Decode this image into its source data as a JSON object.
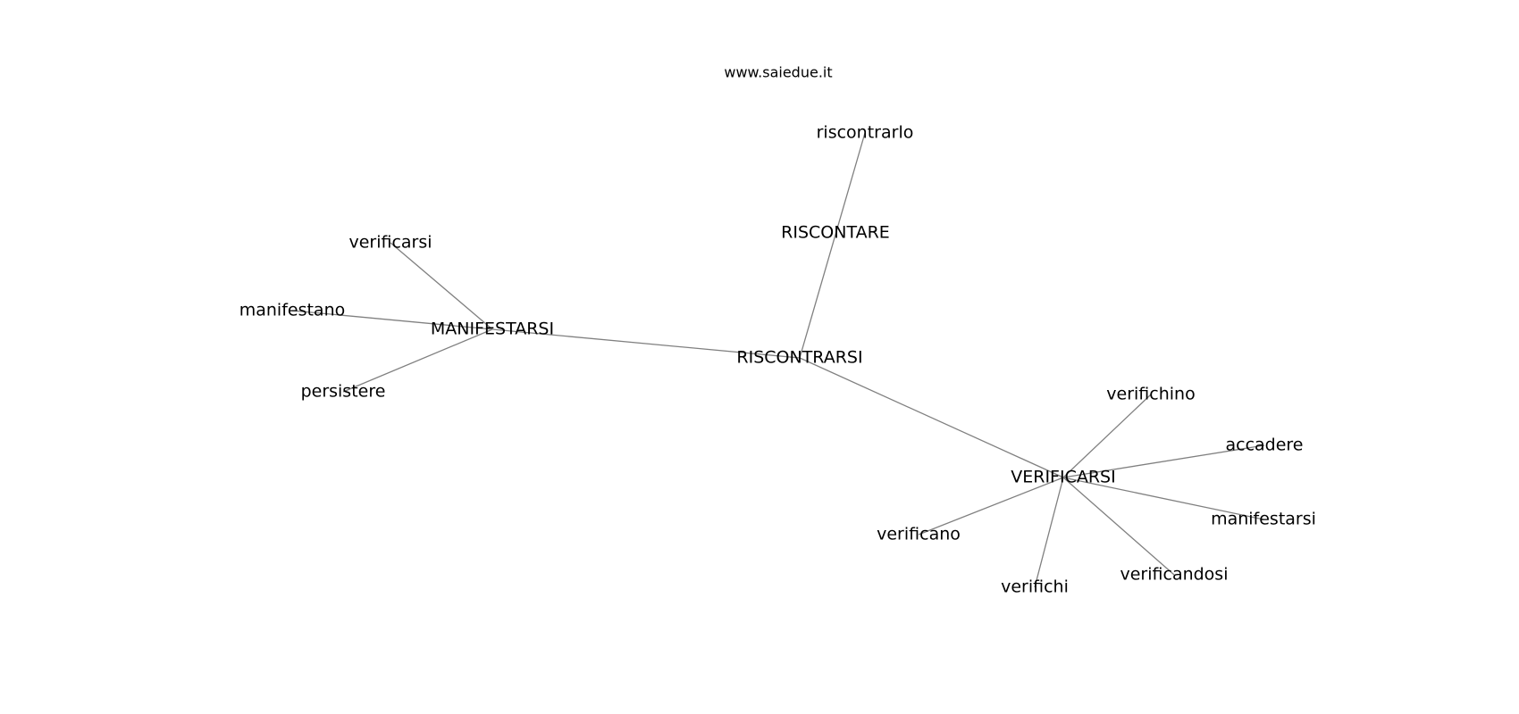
{
  "watermark": "www.saiedue.it",
  "colors": {
    "edge": "#808080",
    "text": "#000000",
    "background": "#ffffff"
  },
  "nodes": [
    {
      "id": "riscontrarsi",
      "label": "RISCONTRARSI"
    },
    {
      "id": "riscontare",
      "label": "RISCONTARE"
    },
    {
      "id": "riscontrarlo",
      "label": "riscontrarlo"
    },
    {
      "id": "manifestarsi_hub",
      "label": "MANIFESTARSI"
    },
    {
      "id": "verificarsi_leaf",
      "label": "verificarsi"
    },
    {
      "id": "manifestano",
      "label": "manifestano"
    },
    {
      "id": "persistere",
      "label": "persistere"
    },
    {
      "id": "verificarsi_hub",
      "label": "VERIFICARSI"
    },
    {
      "id": "verifichino",
      "label": "verifichino"
    },
    {
      "id": "accadere",
      "label": "accadere"
    },
    {
      "id": "manifestarsi_leaf",
      "label": "manifestarsi"
    },
    {
      "id": "verificandosi",
      "label": "verificandosi"
    },
    {
      "id": "verifichi",
      "label": "verifichi"
    },
    {
      "id": "verificano",
      "label": "verificano"
    }
  ],
  "edges": [
    [
      "riscontrarsi",
      "riscontrarlo"
    ],
    [
      "riscontrarsi",
      "manifestarsi_hub"
    ],
    [
      "riscontrarsi",
      "verificarsi_hub"
    ],
    [
      "manifestarsi_hub",
      "verificarsi_leaf"
    ],
    [
      "manifestarsi_hub",
      "manifestano"
    ],
    [
      "manifestarsi_hub",
      "persistere"
    ],
    [
      "verificarsi_hub",
      "verifichino"
    ],
    [
      "verificarsi_hub",
      "accadere"
    ],
    [
      "verificarsi_hub",
      "manifestarsi_leaf"
    ],
    [
      "verificarsi_hub",
      "verificandosi"
    ],
    [
      "verificarsi_hub",
      "verifichi"
    ],
    [
      "verificarsi_hub",
      "verificano"
    ]
  ]
}
